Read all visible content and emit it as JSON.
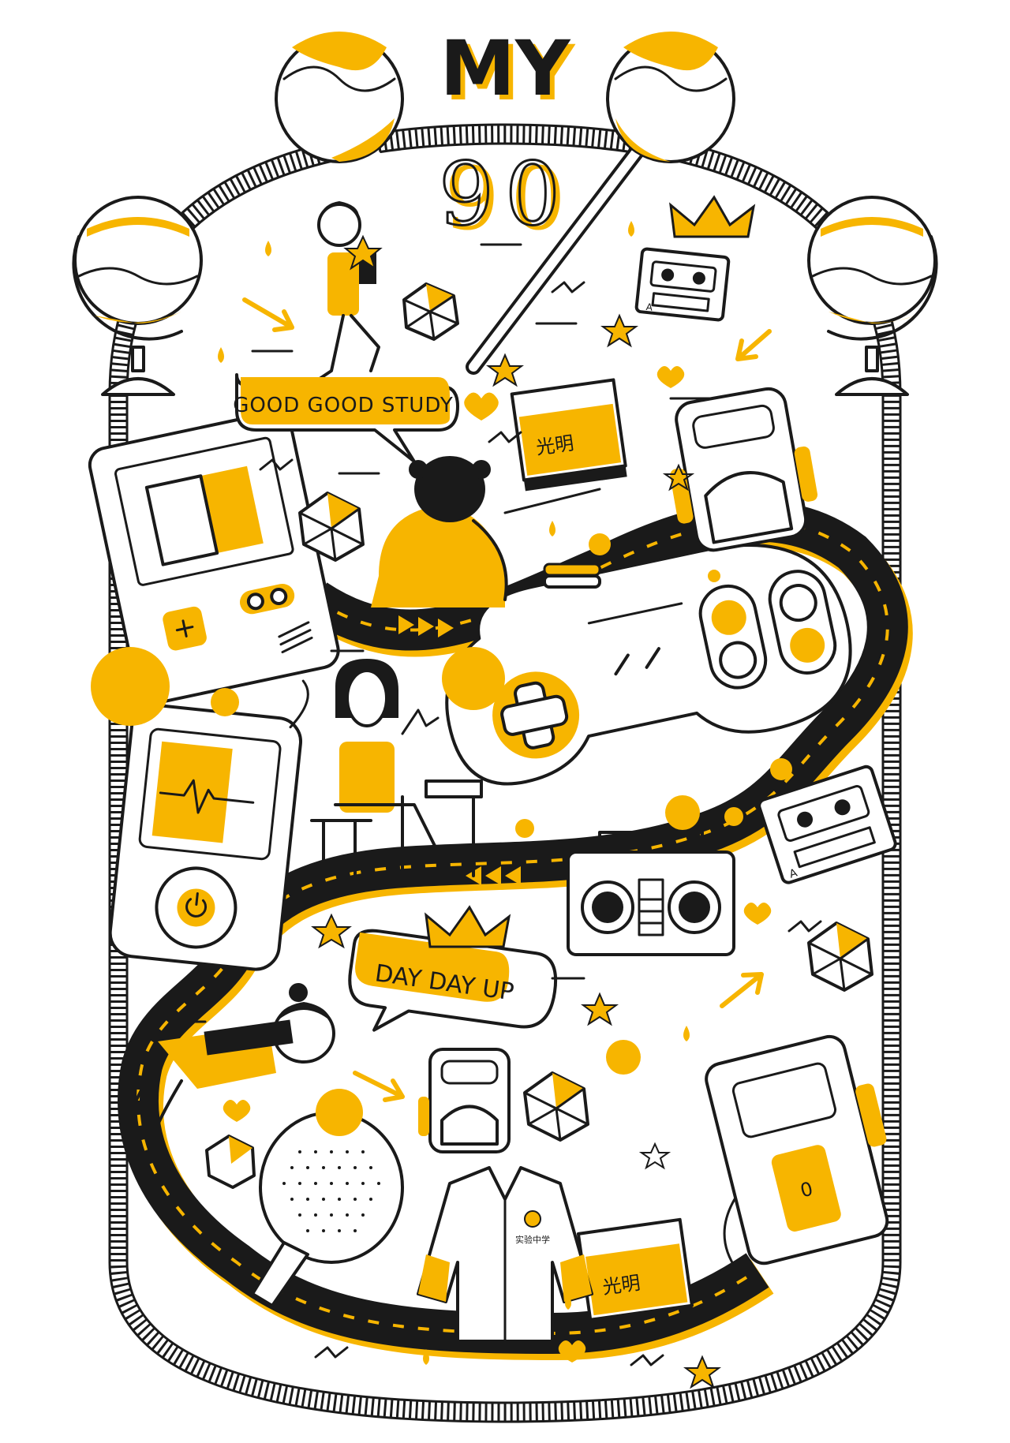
{
  "poster": {
    "title_my": "MY",
    "title_90": "90",
    "bubble_top": "GOOD GOOD STUDY",
    "bubble_bottom": "DAY DAY UP",
    "milk_label": "光明",
    "milk_label_2": "光明",
    "jacket_label": "实验中学",
    "cassette_side": "A",
    "cassette_side_2": "A"
  },
  "colors": {
    "accent": "#F7B500",
    "ink": "#1a1a1a",
    "background": "#ffffff"
  },
  "icons": [
    "globe-icon",
    "lollipop-icon",
    "cassette-icon",
    "crown-icon",
    "gameboy-icon",
    "gamepad-icon",
    "mp3-player-icon",
    "boombox-icon",
    "backpack-icon",
    "walkman-icon",
    "ping-pong-paddle-icon",
    "school-jacket-icon",
    "milk-carton-icon",
    "star-icon",
    "heart-icon",
    "icosahedron-icon",
    "arrow-icon"
  ]
}
